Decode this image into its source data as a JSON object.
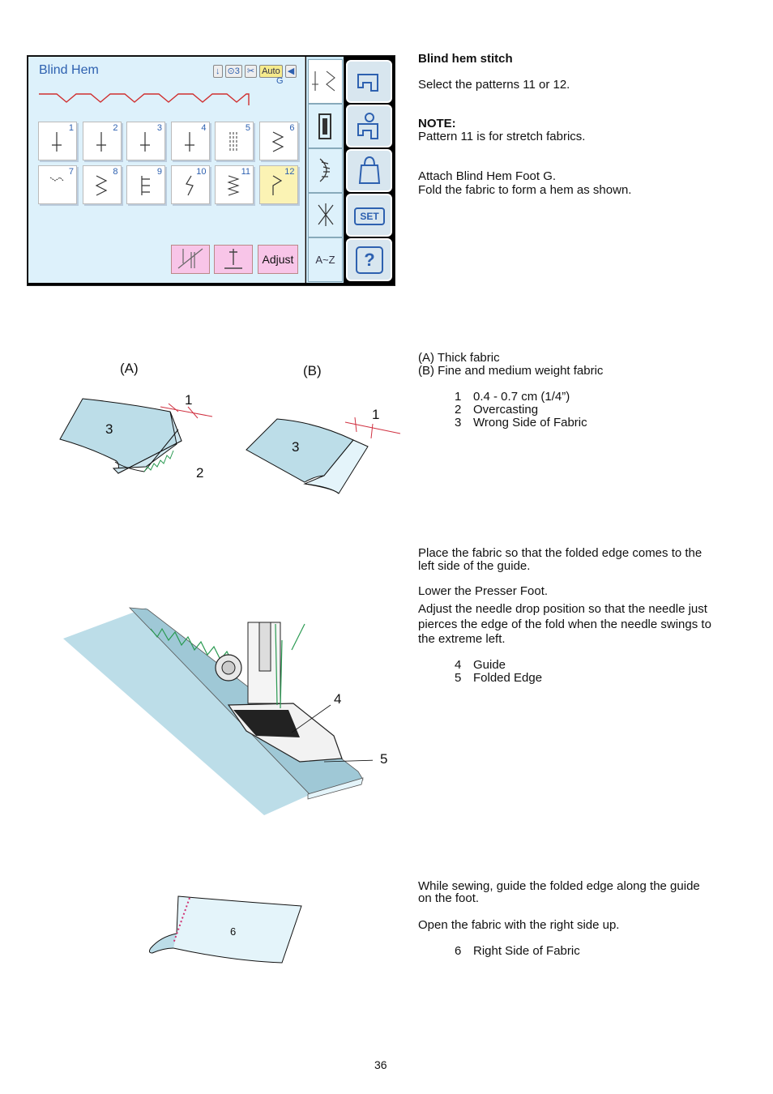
{
  "lcd": {
    "title": "Blind Hem",
    "status_auto": "Auto",
    "status_number": "3",
    "foot_letter": "G",
    "patterns": [
      {
        "num": "1",
        "icon": "straight-stitch-icon"
      },
      {
        "num": "2",
        "icon": "straight-stitch-icon"
      },
      {
        "num": "3",
        "icon": "straight-stitch-icon"
      },
      {
        "num": "4",
        "icon": "straight-stitch-icon"
      },
      {
        "num": "5",
        "icon": "triple-stitch-icon"
      },
      {
        "num": "6",
        "icon": "zigzag-stitch-icon"
      },
      {
        "num": "7",
        "icon": "multi-zigzag-icon"
      },
      {
        "num": "8",
        "icon": "zigzag-stitch-icon"
      },
      {
        "num": "9",
        "icon": "overcast-stitch-icon"
      },
      {
        "num": "10",
        "icon": "lightning-stitch-icon"
      },
      {
        "num": "11",
        "icon": "stretch-blind-hem-icon"
      },
      {
        "num": "12",
        "icon": "blind-hem-icon"
      }
    ],
    "selected_pattern": "12",
    "adjust_label": "Adjust",
    "sidebar_az": "A~Z",
    "set_label": "SET",
    "help_label": "?"
  },
  "section1": {
    "heading": "Blind hem stitch",
    "select_text": "Select the patterns 11 or 12.",
    "note_label": "NOTE:",
    "note_text": "Pattern 11 is for stretch fabrics.",
    "attach_line1": "Attach Blind Hem Foot G.",
    "attach_line2": "Fold the fabric to form a hem as shown."
  },
  "section2": {
    "a_desc": "(A) Thick fabric",
    "b_desc": "(B) Fine and medium weight fabric",
    "legend": [
      {
        "num": "1",
        "text": "0.4 - 0.7 cm (1/4”)"
      },
      {
        "num": "2",
        "text": "Overcasting"
      },
      {
        "num": "3",
        "text": "Wrong Side of Fabric"
      }
    ],
    "fig_a_label": "(A)",
    "fig_b_label": "(B)",
    "callouts": [
      "1",
      "2",
      "3"
    ]
  },
  "section3": {
    "p1_line1": "Place the fabric so that the folded edge comes to the",
    "p1_line2": "left side of the guide.",
    "p2": "Lower the Presser Foot.",
    "p3_line1": "Adjust the needle drop position so that the needle just",
    "p3_line2": "pierces the edge of the fold when the needle swings to",
    "p3_line3": "the extreme left.",
    "legend": [
      {
        "num": "4",
        "text": "Guide"
      },
      {
        "num": "5",
        "text": "Folded Edge"
      }
    ],
    "callouts": [
      "4",
      "5"
    ]
  },
  "section4": {
    "p1_line1": "While sewing, guide the folded edge along the guide",
    "p1_line2": "on the foot.",
    "p2": "Open the fabric with the right side up.",
    "legend": [
      {
        "num": "6",
        "text": "Right Side of Fabric"
      }
    ],
    "callout": "6"
  },
  "page_number": "36",
  "colors": {
    "lcd_bg": "#ddf1fb",
    "lcd_title": "#2e61b0",
    "fabric": "#bcdde8",
    "fabric_light": "#e4f4fa",
    "stitch_green": "#2a9a52",
    "stitch_red": "#d03070"
  }
}
